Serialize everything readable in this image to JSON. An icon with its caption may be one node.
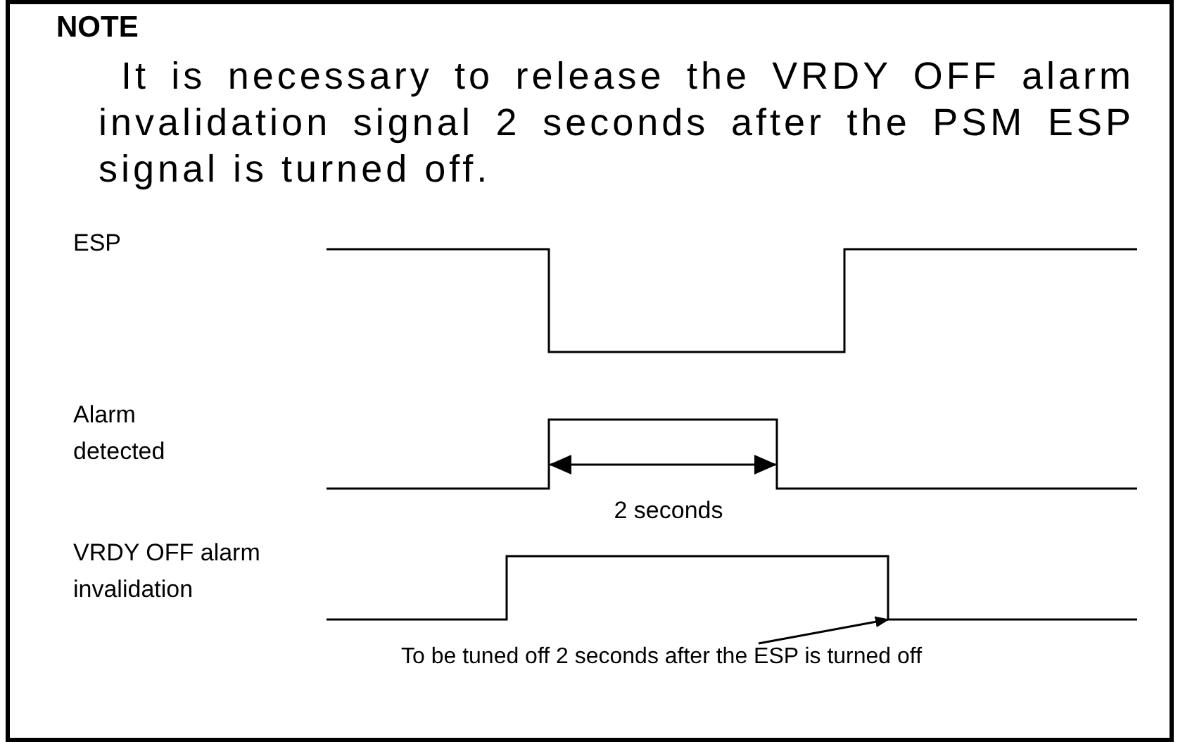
{
  "diagram": {
    "title": "NOTE",
    "nodes": [
      {
        "text": [
          "To be tuned off 2 seconds after the ESP is turned off"
        ]
      },
      {
        "text": [],
        "shape": "line"
      }
    ],
    "edges": [
      {
        "from": 0,
        "to": 1,
        "arrow": "to"
      }
    ],
    "labels": [
      "It is necessary to release the VRDY OFF alarm invalidation signal 2 seconds after the PSM ESP signal is turned off.",
      "ESP",
      "Alarm detected",
      "2 seconds",
      "VRDY OFF alarm invalidation"
    ]
  }
}
